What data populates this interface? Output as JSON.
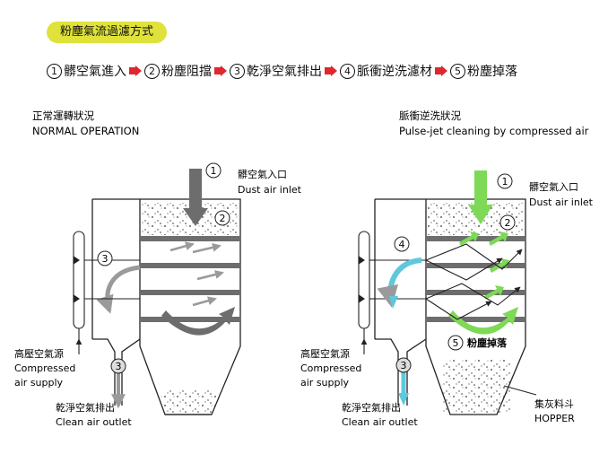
{
  "title": "粉塵氣流過濾方式",
  "steps": [
    {
      "num": "1",
      "label": "髒空氣進入"
    },
    {
      "num": "2",
      "label": "粉塵阻擋"
    },
    {
      "num": "3",
      "label": "乾淨空氣排出"
    },
    {
      "num": "4",
      "label": "脈衝逆洗濾材"
    },
    {
      "num": "5",
      "label": "粉塵掉落"
    }
  ],
  "left": {
    "heading_zh": "正常運轉狀況",
    "heading_en": "NORMAL OPERATION",
    "inlet_zh": "髒空氣入口",
    "inlet_en": "Dust air inlet",
    "supply_zh": "高壓空氣源",
    "supply_en1": "Compressed",
    "supply_en2": "air supply",
    "outlet_zh": "乾淨空氣排出",
    "outlet_en": "Clean air outlet",
    "m1": "1",
    "m2": "2",
    "m3a": "3",
    "m3b": "3"
  },
  "right": {
    "heading_zh": "脈衝逆洗狀況",
    "heading_en": "Pulse-jet cleaning by compressed air",
    "inlet_zh": "髒空氣入口",
    "inlet_en": "Dust air inlet",
    "supply_zh": "高壓空氣源",
    "supply_en1": "Compressed",
    "supply_en2": "air supply",
    "outlet_zh": "乾淨空氣排出",
    "outlet_en": "Clean air outlet",
    "hopper_zh": "集灰料斗",
    "hopper_en": "HOPPER",
    "fall_label": "粉塵掉落",
    "m1": "1",
    "m2": "2",
    "m3": "3",
    "m4": "4",
    "m5": "5"
  },
  "colors": {
    "pill": "#dfe23a",
    "step_arrow": "#e0262e",
    "green": "#7ed957",
    "cyan": "#5ec8dc",
    "gray": "#9a9a9a",
    "dark_gray": "#6d6d6d"
  }
}
